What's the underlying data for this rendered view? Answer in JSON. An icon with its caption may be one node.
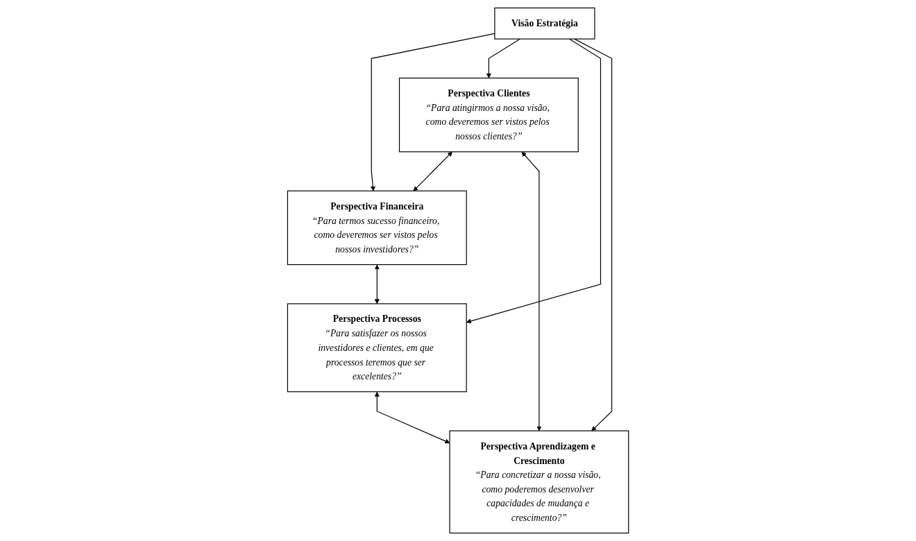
{
  "diagram": {
    "nodes": [
      {
        "text": [
          "Perspectiva Financeira",
          "“Para termos sucesso financeiro, como deveremos ser vistos pelos nossos investidores?”"
        ]
      },
      {
        "text": [
          "Perspectiva Clientes",
          "“Para atingirmos a nossa visão, como deveremos ser vistos pelos nossos clientes?”"
        ]
      },
      {
        "text": [
          "Visão Estratégia"
        ]
      },
      {
        "text": [
          "Perspectiva Processos",
          "“Para satisfazer os nossos investidores e clientes, em que processos teremos que ser excelentes?”"
        ]
      },
      {
        "text": [
          "Perspectiva Aprendizagem e Crescimento",
          "“Para concretizar a nossa visão, como poderemos desenvolver capacidades de mudança e crescimento?”"
        ]
      }
    ],
    "edges": [
      {
        "from": 2,
        "to": 0,
        "arrow": "to"
      },
      {
        "from": 2,
        "to": 1,
        "arrow": "to"
      },
      {
        "from": 2,
        "to": 3,
        "arrow": "to"
      },
      {
        "from": 2,
        "to": 4,
        "arrow": "to"
      },
      {
        "from": 1,
        "to": 0,
        "arrow": "both"
      },
      {
        "from": 0,
        "to": 3,
        "arrow": "both"
      },
      {
        "from": 1,
        "to": 4,
        "arrow": "both"
      },
      {
        "from": 3,
        "to": 4,
        "arrow": "both"
      }
    ]
  }
}
